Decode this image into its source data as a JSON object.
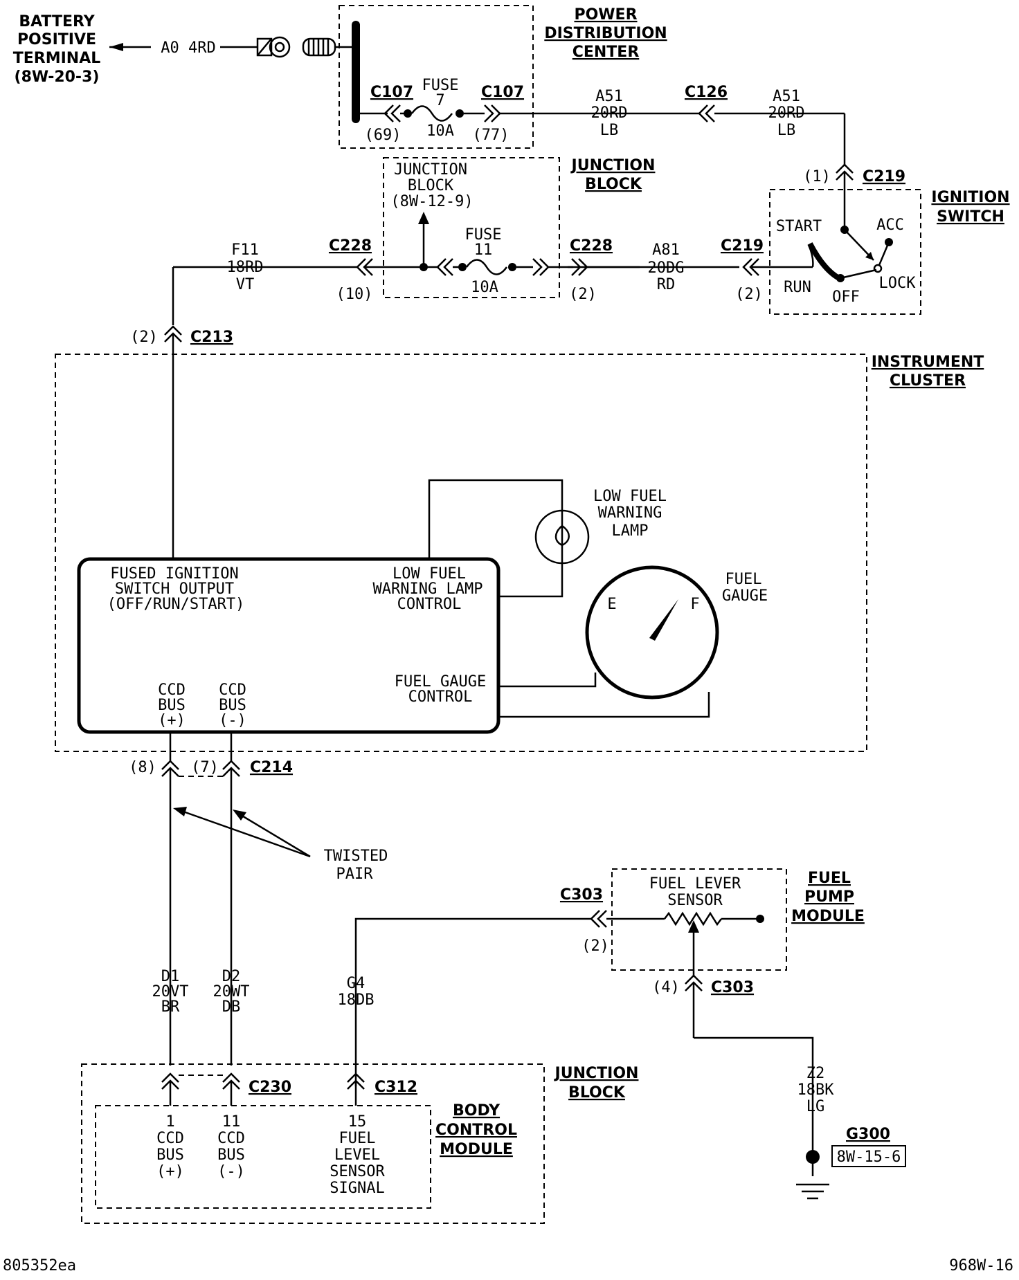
{
  "battery": {
    "line1": "BATTERY",
    "line2": "POSITIVE",
    "line3": "TERMINAL",
    "line4": "(8W-20-3)",
    "wire": "A0 4RD"
  },
  "pdc": {
    "title1": "POWER",
    "title2": "DISTRIBUTION",
    "title3": "CENTER",
    "conn_left": "C107",
    "conn_right": "C107",
    "fuse_line1": "FUSE",
    "fuse_line2": "7",
    "fuse_rating": "10A",
    "pin_left": "(69)",
    "pin_right": "(77)"
  },
  "wire_a51_left": {
    "circuit": "A51",
    "gauge": "20RD",
    "tracer": "LB"
  },
  "c126": "C126",
  "wire_a51_right": {
    "circuit": "A51",
    "gauge": "20RD",
    "tracer": "LB"
  },
  "ignition": {
    "title1": "IGNITION",
    "title2": "SWITCH",
    "conn_top": "C219",
    "pin_top": "(1)",
    "start": "START",
    "acc": "ACC",
    "run": "RUN",
    "off": "OFF",
    "lock": "LOCK",
    "conn_left": "C219",
    "pin_left": "(2)"
  },
  "junction_top": {
    "title1": "JUNCTION",
    "title2": "BLOCK",
    "ref1": "JUNCTION",
    "ref2": "BLOCK",
    "ref3": "(8W-12-9)",
    "fuse_line1": "FUSE",
    "fuse_line2": "11",
    "fuse_rating": "10A",
    "conn_left": "C228",
    "conn_right": "C228",
    "pin_left": "(10)",
    "pin_right": "(2)"
  },
  "wire_a81": {
    "circuit": "A81",
    "gauge": "20DG",
    "tracer": "RD"
  },
  "wire_f11": {
    "circuit": "F11",
    "gauge": "18RD",
    "tracer": "VT"
  },
  "c213": {
    "conn": "C213",
    "pin": "(2)"
  },
  "cluster": {
    "title1": "INSTRUMENT",
    "title2": "CLUSTER",
    "fused1": "FUSED IGNITION",
    "fused2": "SWITCH OUTPUT",
    "fused3": "(OFF/RUN/START)",
    "lowfuel1": "LOW FUEL",
    "lowfuel2": "WARNING LAMP",
    "lowfuel3": "CONTROL",
    "lamp1": "LOW FUEL",
    "lamp2": "WARNING",
    "lamp3": "LAMP",
    "gauge1": "FUEL",
    "gauge2": "GAUGE",
    "gauge_e": "E",
    "gauge_f": "F",
    "fgc1": "FUEL GAUGE",
    "fgc2": "CONTROL",
    "ccdp1": "CCD",
    "ccdp2": "BUS",
    "ccdp3": "(+)",
    "ccdm1": "CCD",
    "ccdm2": "BUS",
    "ccdm3": "(-)"
  },
  "c214": {
    "conn": "C214",
    "pin8": "(8)",
    "pin7": "(7)"
  },
  "twisted": {
    "line1": "TWISTED",
    "line2": "PAIR"
  },
  "fuel_pump": {
    "title1": "FUEL",
    "title2": "PUMP",
    "title3": "MODULE",
    "sensor1": "FUEL LEVER",
    "sensor2": "SENSOR",
    "conn_top": "C303",
    "pin_top": "(2)",
    "conn_bottom": "C303",
    "pin_bottom": "(4)"
  },
  "wire_d1": {
    "circuit": "D1",
    "gauge": "20VT",
    "tracer": "BR"
  },
  "wire_d2": {
    "circuit": "D2",
    "gauge": "20WT",
    "tracer": "DB"
  },
  "wire_g4": {
    "circuit": "G4",
    "gauge": "18DB"
  },
  "wire_z2": {
    "circuit": "Z2",
    "gauge": "18BK",
    "tracer": "LG"
  },
  "ground": {
    "name": "G300",
    "ref": "8W-15-6"
  },
  "junction_bottom": {
    "title1": "JUNCTION",
    "title2": "BLOCK",
    "c230": "C230",
    "c312": "C312"
  },
  "bcm": {
    "title1": "BODY",
    "title2": "CONTROL",
    "title3": "MODULE",
    "pin1": "1",
    "pin1_a": "CCD",
    "pin1_b": "BUS",
    "pin1_c": "(+)",
    "pin11": "11",
    "pin11_a": "CCD",
    "pin11_b": "BUS",
    "pin11_c": "(-)",
    "pin15": "15",
    "pin15_a": "FUEL",
    "pin15_b": "LEVEL",
    "pin15_c": "SENSOR",
    "pin15_d": "SIGNAL"
  },
  "footer": {
    "left": "805352ea",
    "right": "968W-16"
  }
}
